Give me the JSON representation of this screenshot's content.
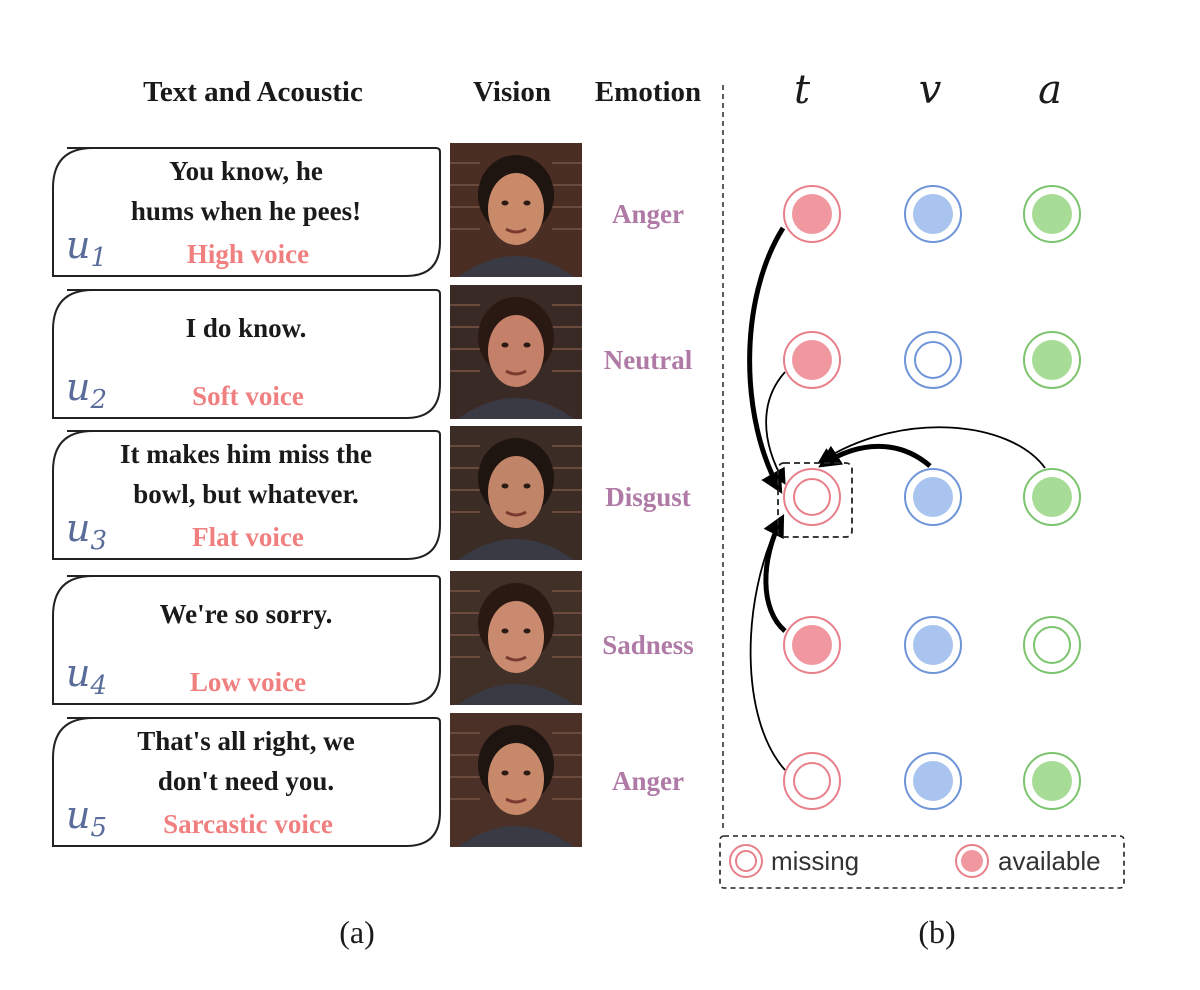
{
  "headers": {
    "text_acoustic": "Text and Acoustic",
    "vision": "Vision",
    "emotion": "Emotion"
  },
  "modalities": [
    "t",
    "v",
    "a"
  ],
  "utterances": [
    {
      "id": "u",
      "sub": "1",
      "lines": [
        "You know, he",
        "hums when he pees!"
      ],
      "voice": "High voice",
      "emotion": "Anger",
      "frame": {
        "bg": "#4a2e24",
        "face": "#c98a6a",
        "hair": "#1e1410"
      }
    },
    {
      "id": "u",
      "sub": "2",
      "lines": [
        "I do know."
      ],
      "voice": "Soft voice",
      "emotion": "Neutral",
      "frame": {
        "bg": "#3a2a26",
        "face": "#c48068",
        "hair": "#2a1812"
      }
    },
    {
      "id": "u",
      "sub": "3",
      "lines": [
        "It makes him miss the",
        "bowl, but whatever."
      ],
      "voice": "Flat voice",
      "emotion": "Disgust",
      "frame": {
        "bg": "#3c2c26",
        "face": "#c08468",
        "hair": "#1e1410"
      }
    },
    {
      "id": "u",
      "sub": "4",
      "lines": [
        "We're so sorry."
      ],
      "voice": "Low voice",
      "emotion": "Sadness",
      "frame": {
        "bg": "#403028",
        "face": "#c98a70",
        "hair": "#2a1812"
      }
    },
    {
      "id": "u",
      "sub": "5",
      "lines": [
        "That's all right, we",
        "don't need you."
      ],
      "voice": "Sarcastic voice",
      "emotion": "Anger",
      "frame": {
        "bg": "#4a3026",
        "face": "#c8886a",
        "hair": "#1e1410"
      }
    }
  ],
  "nodes": [
    [
      "available",
      "available",
      "available"
    ],
    [
      "available",
      "missing",
      "available"
    ],
    [
      "missing",
      "available",
      "available"
    ],
    [
      "available",
      "available",
      "missing"
    ],
    [
      "missing",
      "available",
      "available"
    ]
  ],
  "colors": {
    "t": {
      "stroke": "#e8808a",
      "fill": "#f0979f"
    },
    "v": {
      "stroke": "#6f95d9",
      "fill": "#a8c4ef"
    },
    "a": {
      "stroke": "#7cc46e",
      "fill": "#a6dc96"
    },
    "emotion": "#b07aa6",
    "voice": "#f08080",
    "uid": "#5a6c9a"
  },
  "legend": {
    "missing": "missing",
    "available": "available"
  },
  "captions": {
    "a": "(a)",
    "b": "(b)"
  }
}
